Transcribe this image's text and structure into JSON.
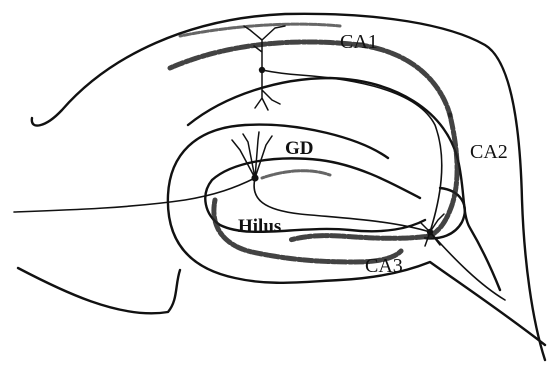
{
  "diagram": {
    "labels": {
      "ca1": "CA1",
      "ca2": "CA2",
      "ca3": "CA3",
      "gd": "GD",
      "hilus": "Hilus"
    },
    "colors": {
      "ink": "#111111",
      "background": "#ffffff"
    }
  }
}
